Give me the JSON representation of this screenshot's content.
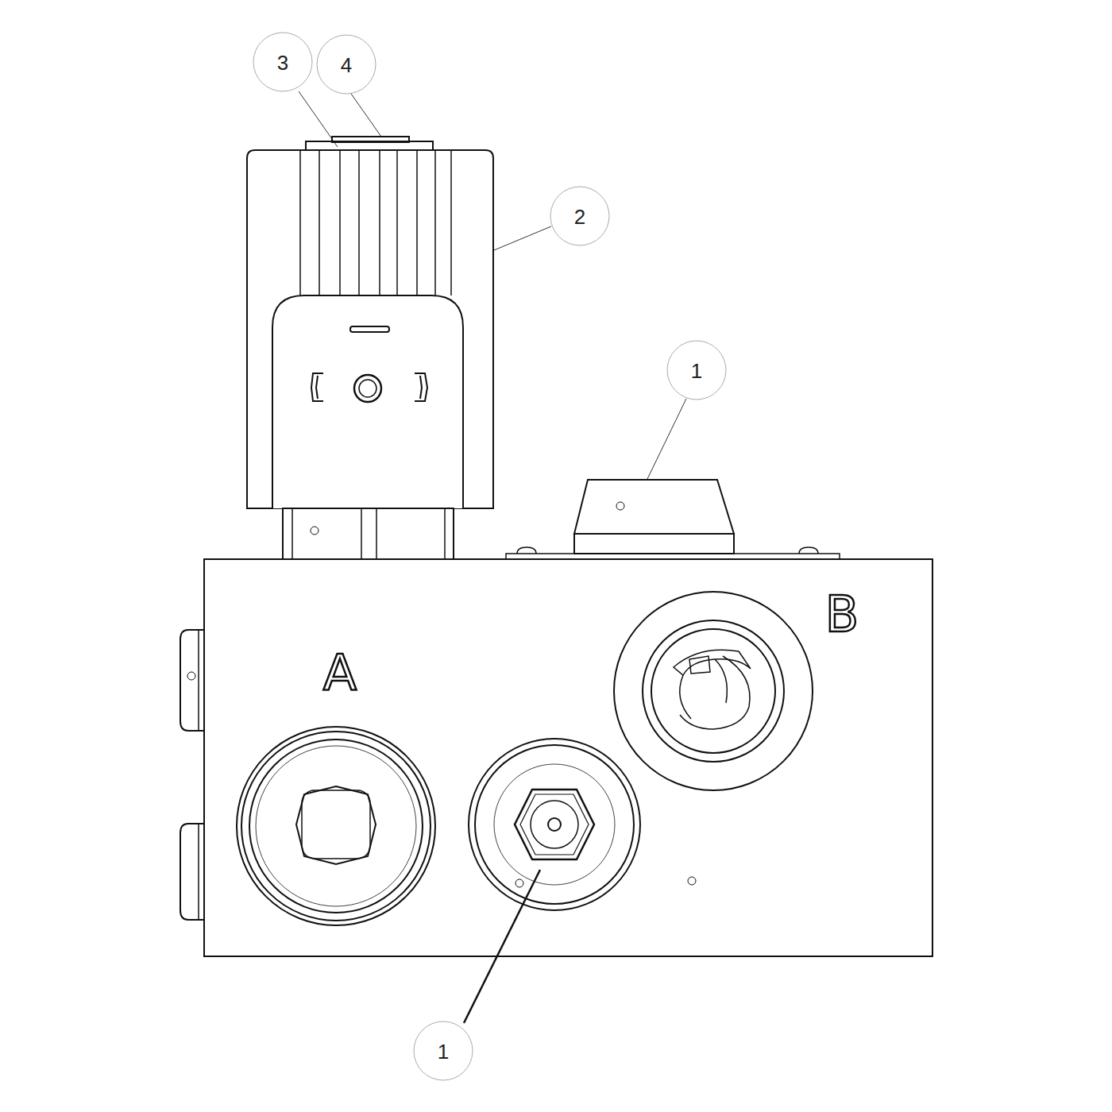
{
  "diagram": {
    "labels": [
      "3",
      "4",
      "2",
      "1",
      "A",
      "B",
      "1"
    ]
  }
}
